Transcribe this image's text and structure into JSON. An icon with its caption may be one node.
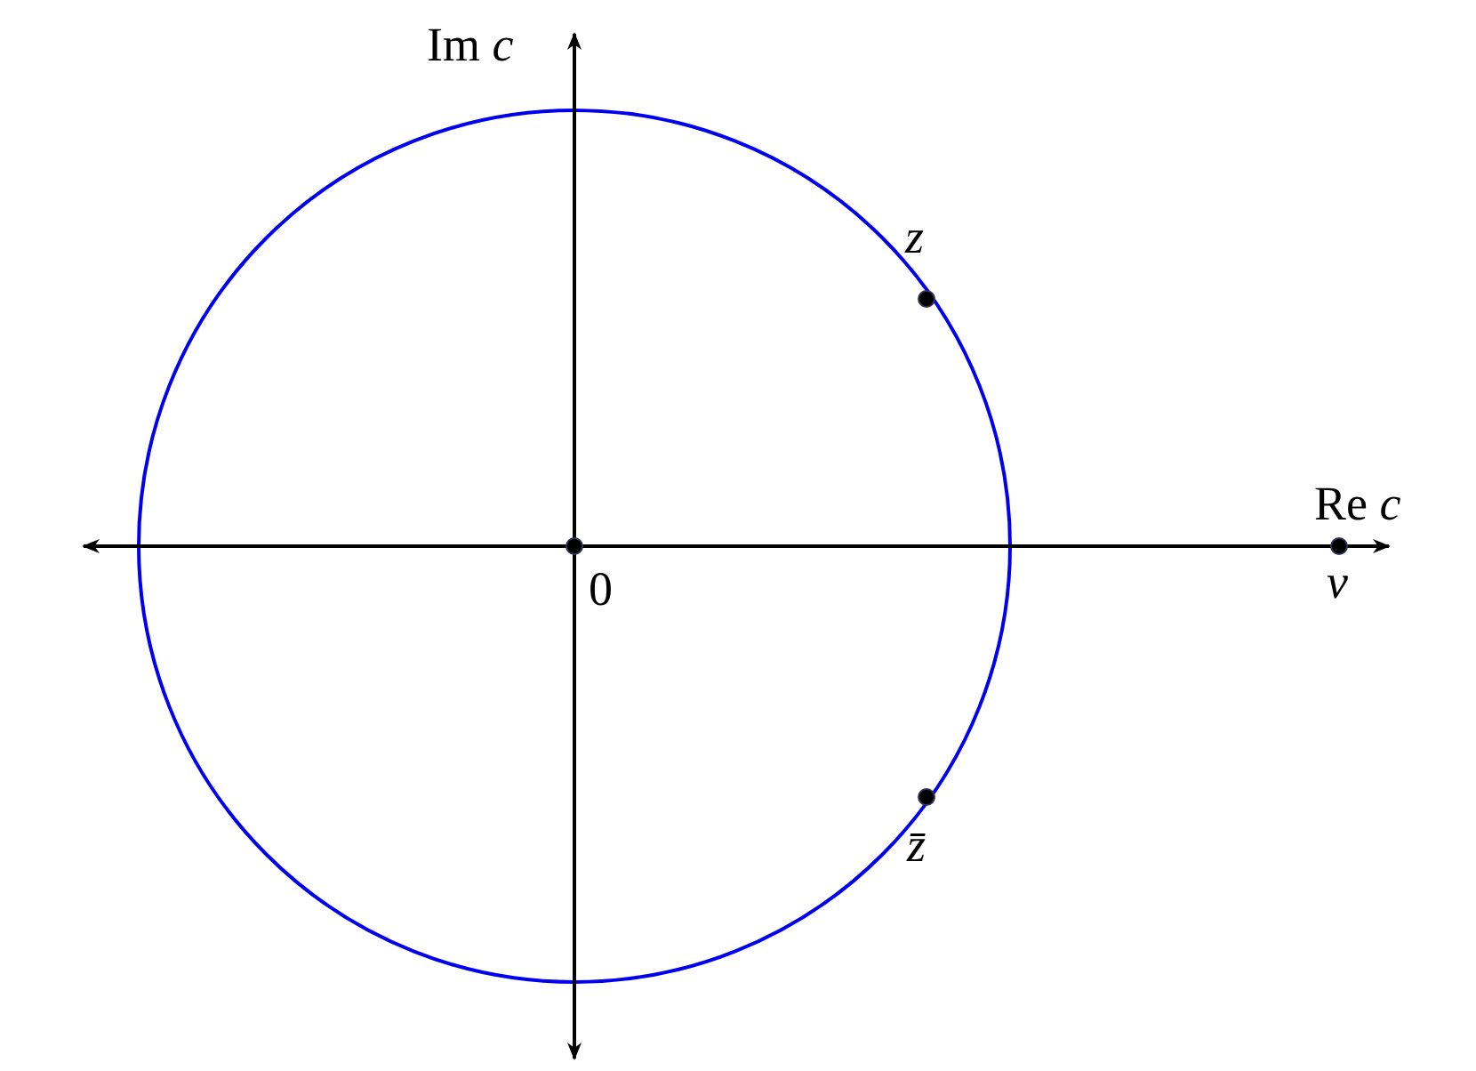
{
  "diagram": {
    "labels": [
      "Im *c*",
      "*z*",
      "Re *c*",
      "0",
      "*v*",
      "*z̄*"
    ]
  }
}
